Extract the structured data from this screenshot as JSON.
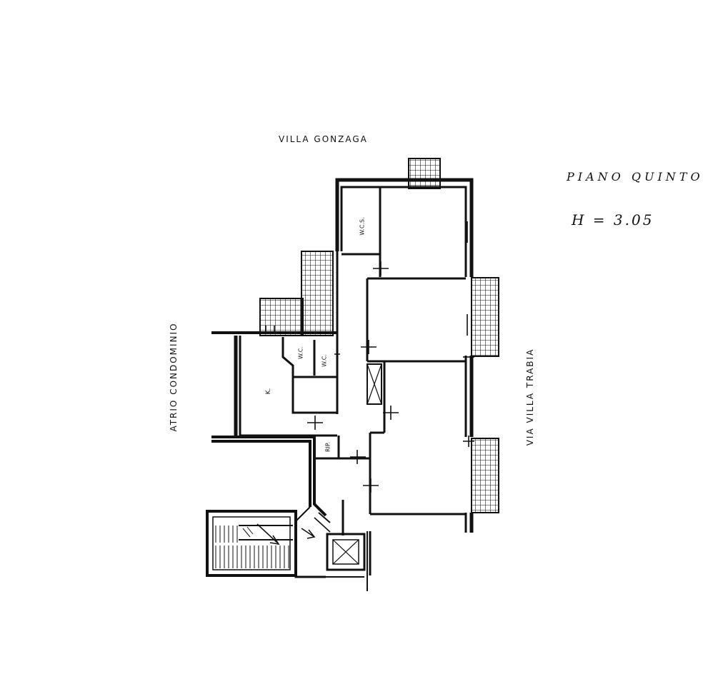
{
  "streets": {
    "north": "VILLA GONZAGA",
    "west": "ATRIO CONDOMINIO",
    "east": "VIA VILLA TRABIA"
  },
  "floor": {
    "name": "PIANO QUINTO",
    "height": "H = 3.05"
  },
  "rooms": {
    "wcs": "W.C.S.",
    "wc1": "W.C.",
    "wc2": "W.C.",
    "kitchen": "K.",
    "storage": "RIP."
  }
}
